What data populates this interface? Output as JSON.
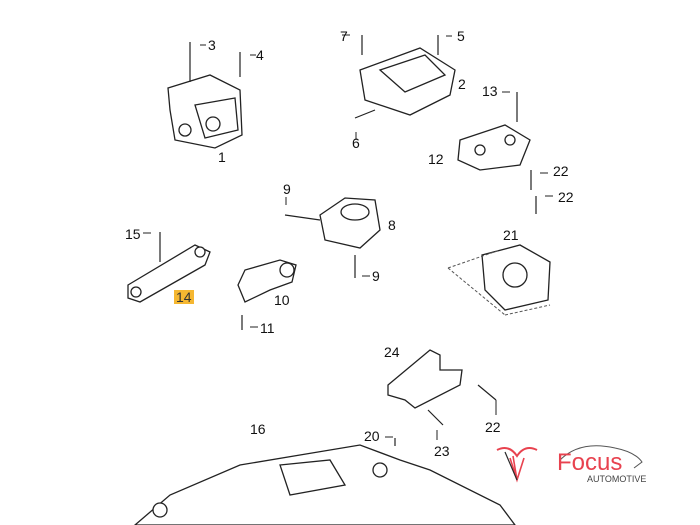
{
  "callouts": [
    "1",
    "2",
    "3",
    "4",
    "5",
    "6",
    "7",
    "8",
    "9",
    "9",
    "10",
    "11",
    "12",
    "13",
    "14",
    "15",
    "16",
    "20",
    "21",
    "22",
    "22",
    "22",
    "23",
    "24"
  ],
  "highlighted": "14",
  "logo": {
    "name": "Focus",
    "subtitle": "AUTOMOTIVE",
    "color": "#e8424f",
    "highlight": "#f5b731"
  }
}
